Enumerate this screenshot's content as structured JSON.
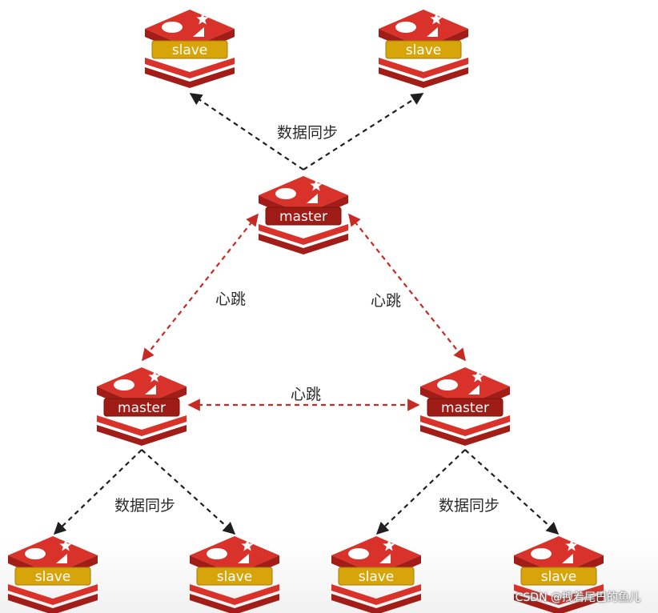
{
  "labels": {
    "sync": "数据同步",
    "heartbeat": "心跳"
  },
  "nodes": [
    {
      "id": "slave-top-left",
      "role": "slave",
      "label": "slave"
    },
    {
      "id": "slave-top-right",
      "role": "slave",
      "label": "slave"
    },
    {
      "id": "master-top",
      "role": "master",
      "label": "master"
    },
    {
      "id": "master-left",
      "role": "master",
      "label": "master"
    },
    {
      "id": "master-right",
      "role": "master",
      "label": "master"
    },
    {
      "id": "slave-bottom-1",
      "role": "slave",
      "label": "slave"
    },
    {
      "id": "slave-bottom-2",
      "role": "slave",
      "label": "slave"
    },
    {
      "id": "slave-bottom-3",
      "role": "slave",
      "label": "slave"
    },
    {
      "id": "slave-bottom-4",
      "role": "slave",
      "label": "slave"
    }
  ],
  "edges": [
    {
      "from": "master-top",
      "to": "slave-top-left",
      "kind": "sync"
    },
    {
      "from": "master-top",
      "to": "slave-top-right",
      "kind": "sync"
    },
    {
      "from": "master-top",
      "to": "master-left",
      "kind": "heartbeat"
    },
    {
      "from": "master-top",
      "to": "master-right",
      "kind": "heartbeat"
    },
    {
      "from": "master-left",
      "to": "master-right",
      "kind": "heartbeat"
    },
    {
      "from": "master-left",
      "to": "slave-bottom-1",
      "kind": "sync"
    },
    {
      "from": "master-left",
      "to": "slave-bottom-2",
      "kind": "sync"
    },
    {
      "from": "master-right",
      "to": "slave-bottom-3",
      "kind": "sync"
    },
    {
      "from": "master-right",
      "to": "slave-bottom-4",
      "kind": "sync"
    }
  ],
  "icon": "redis-logo-icon",
  "colors": {
    "redis_red": "#d8322a",
    "redis_dark": "#a21d17",
    "slave_band": "#d7a50a",
    "sync_arrow": "#1f1f1f",
    "heartbeat_arrow": "#c72a22"
  },
  "watermark": "CSDN @拽着尾巴的鱼儿"
}
